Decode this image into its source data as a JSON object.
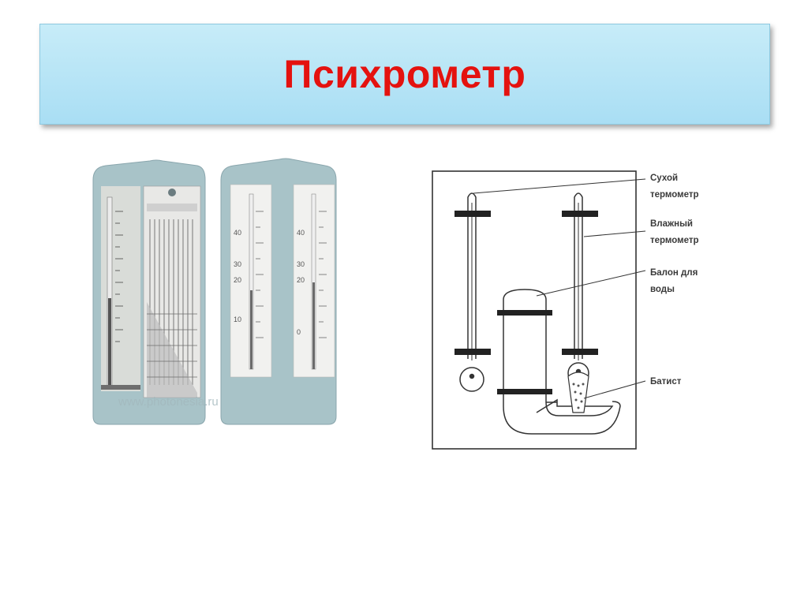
{
  "slide": {
    "title": "Психрометр"
  },
  "photo": {
    "watermark": "www.photonesia.ru",
    "scale_labels": [
      "40",
      "30",
      "20",
      "10",
      "0"
    ]
  },
  "diagram": {
    "labels": {
      "dry_line1": "Сухой",
      "dry_line2": "термометр",
      "wet_line1": "Влажный",
      "wet_line2": "термометр",
      "reservoir_line1": "Балон для",
      "reservoir_line2": "воды",
      "wick": "Батист"
    }
  }
}
